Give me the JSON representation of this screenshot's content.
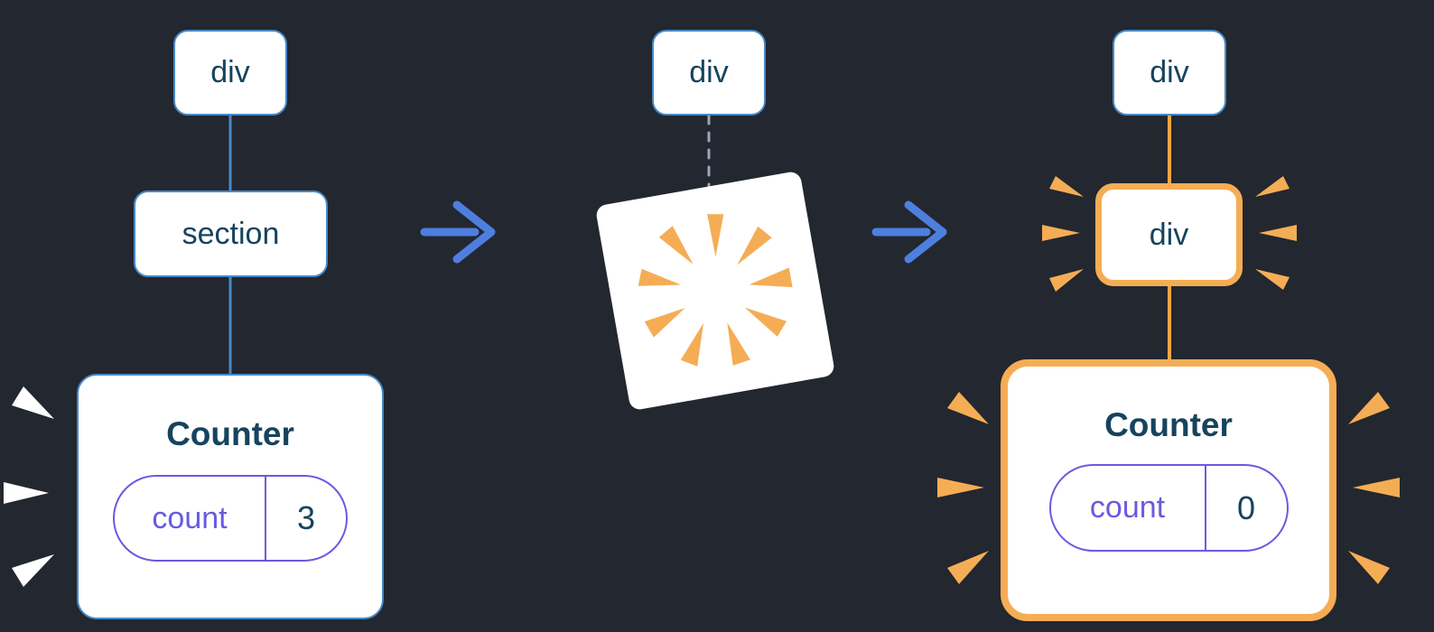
{
  "diagram": {
    "left_tree": {
      "root": "div",
      "child": "section",
      "component": {
        "title": "Counter",
        "state_key": "count",
        "state_value": "3"
      }
    },
    "middle_tree": {
      "root": "div"
    },
    "right_tree": {
      "root": "div",
      "child": "div",
      "component": {
        "title": "Counter",
        "state_key": "count",
        "state_value": "0"
      }
    },
    "icons": {
      "step_arrow": "arrow-right-icon",
      "deletion_poof": "poof-icon",
      "highlight_burst": "burst-icon"
    },
    "colors": {
      "background": "#23272f",
      "node_border_blue": "#4688C7",
      "text_dark": "#16435E",
      "state_indigo": "#6A5AE0",
      "highlight_orange": "#F5AD55",
      "connector_orange": "#F0A646",
      "arrow_blue": "#4E7FDF",
      "dashed_gray": "#93A9BE",
      "white": "#FFFFFF"
    }
  }
}
